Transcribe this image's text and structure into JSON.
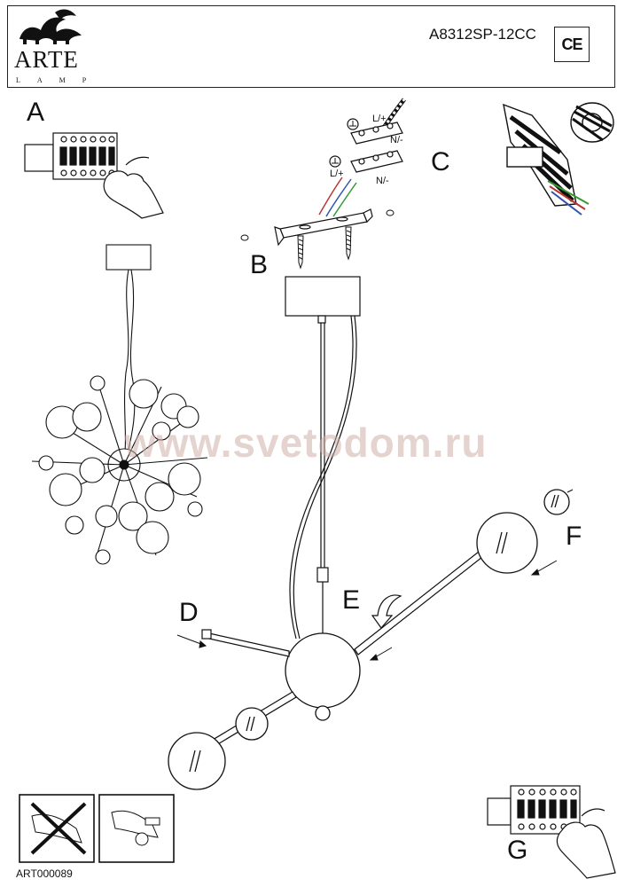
{
  "header": {
    "brand": "ARTE",
    "brand_sub": "LAMP",
    "model": "A8312SP-12CC",
    "ce_mark": "CE"
  },
  "steps": {
    "a": "A",
    "b": "B",
    "c": "C",
    "d": "D",
    "e": "E",
    "f": "F",
    "g": "G"
  },
  "wiring": {
    "l_top": "L/+",
    "n_top": "N/-",
    "l_bottom": "L/+",
    "n_bottom": "N/-"
  },
  "watermark": "www.svetodom.ru",
  "footer": {
    "code": "ART000089"
  }
}
